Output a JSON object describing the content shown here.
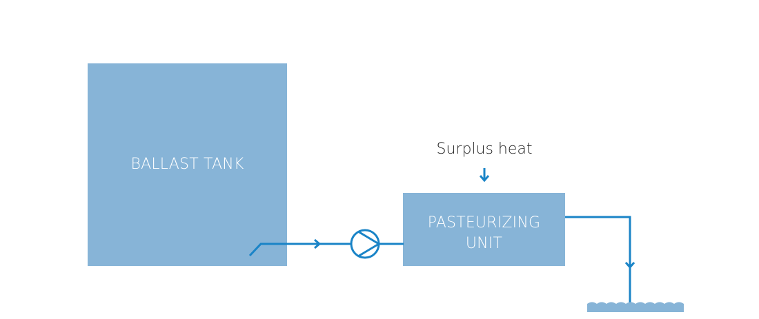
{
  "diagram": {
    "ballast_tank": {
      "label": "BALLAST TANK"
    },
    "pasteurizing_unit": {
      "label_line1": "PASTEURIZING",
      "label_line2": "UNIT"
    },
    "surplus_heat": {
      "label": "Surplus heat"
    },
    "icons": [
      "flow-arrow-icon",
      "pump-icon",
      "water-surface-icon"
    ],
    "colors": {
      "box_fill": "#87b4d7",
      "pipe": "#1a84c7",
      "box_text": "#ffffff",
      "label_text": "#222222"
    }
  }
}
